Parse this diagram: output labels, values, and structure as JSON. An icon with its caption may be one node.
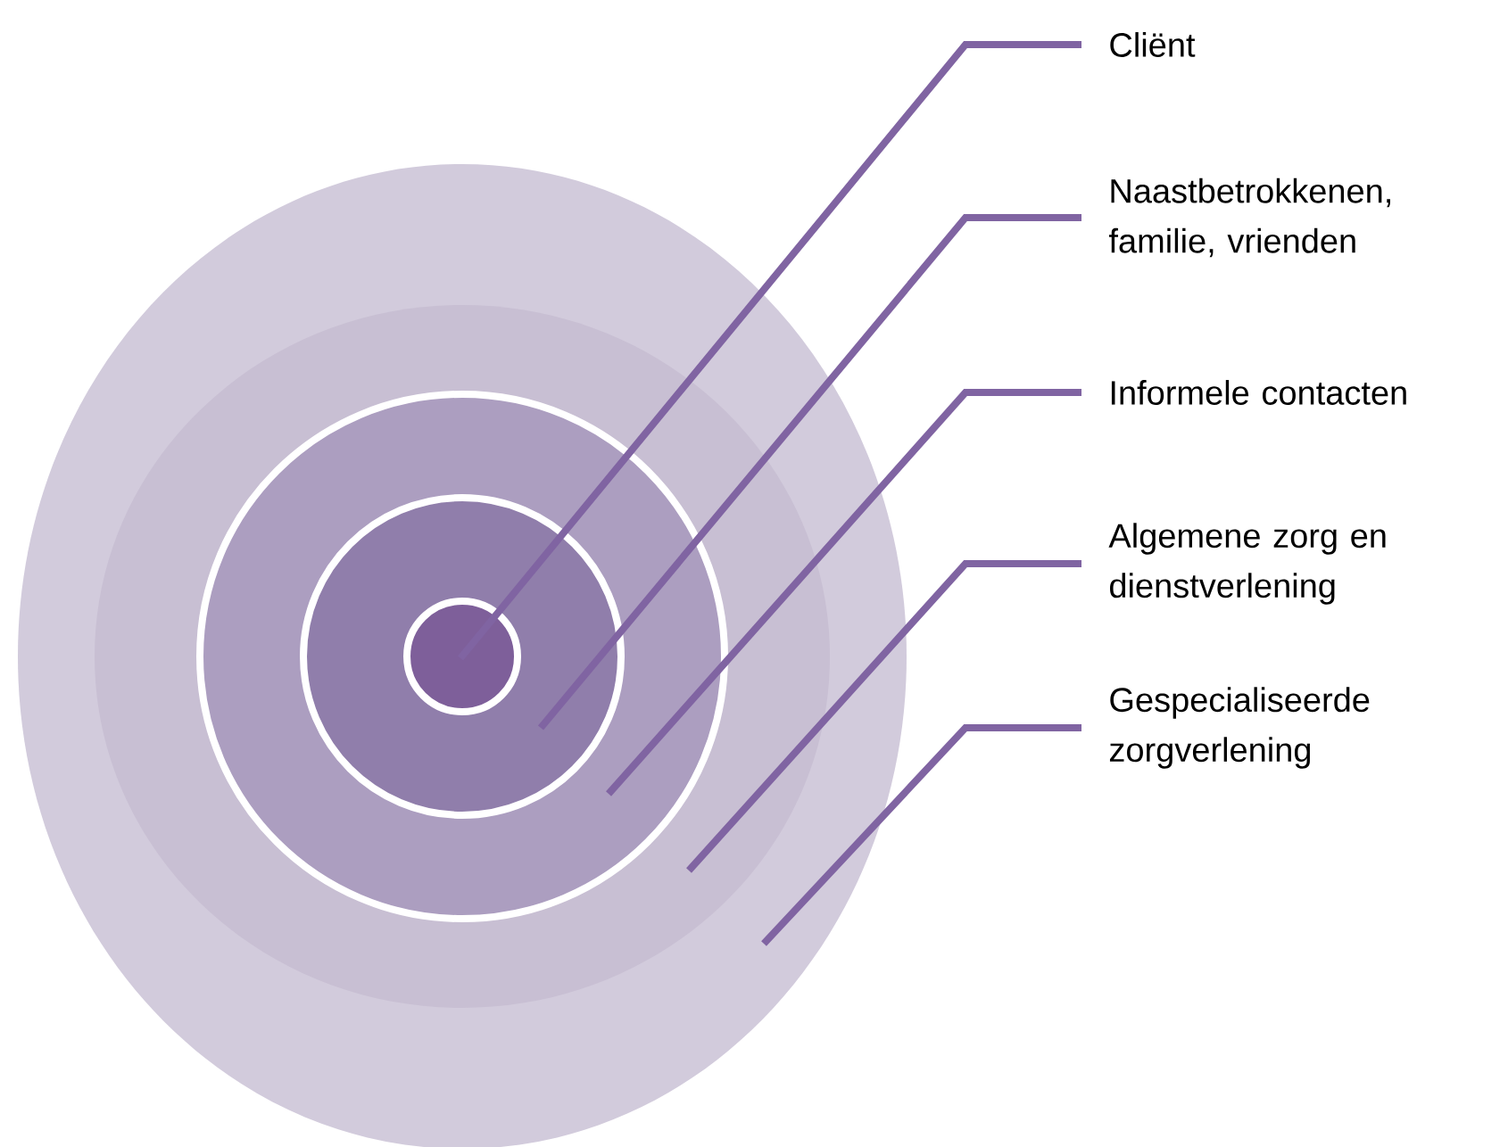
{
  "diagram": {
    "nodes": [
      {
        "text": [
          "Cliënt"
        ]
      },
      {
        "text": [
          "Naastbetrokkenen, familie, vrienden"
        ]
      },
      {
        "text": [
          "Informele contacten"
        ]
      },
      {
        "text": [
          "Algemene zorg en dienstverlening"
        ]
      },
      {
        "text": [
          "Gespecialiseerde zorgverlening"
        ]
      },
      {
        "text": [],
        "shape": "circle"
      },
      {
        "text": [],
        "shape": "circle",
        "in": 5
      },
      {
        "text": [],
        "shape": "circle",
        "in": 6
      },
      {
        "text": [],
        "shape": "circle",
        "in": 7
      },
      {
        "text": [],
        "shape": "circle",
        "in": 8
      }
    ],
    "edges": [
      {
        "from": 0,
        "to": 9,
        "arrow": "none"
      },
      {
        "from": 1,
        "to": 8,
        "arrow": "none"
      },
      {
        "from": 2,
        "to": 7,
        "arrow": "none"
      },
      {
        "from": 3,
        "to": 6,
        "arrow": "none"
      },
      {
        "from": 4,
        "to": 5,
        "arrow": "none"
      }
    ]
  }
}
